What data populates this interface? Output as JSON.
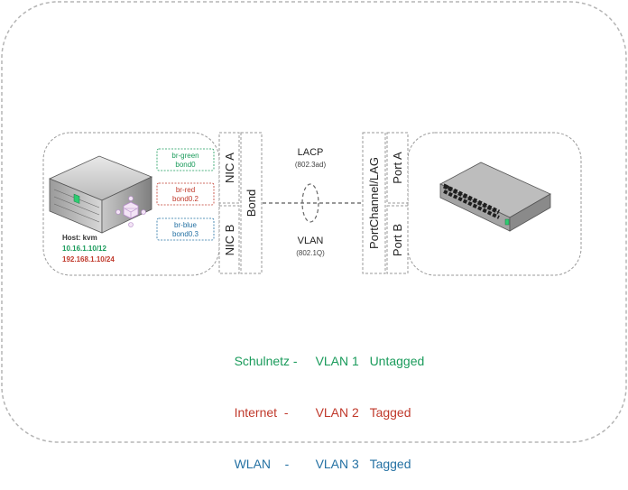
{
  "host": {
    "label": "Host: kvm",
    "ip_green": "10.16.1.10/12",
    "ip_red": "192.168.1.10/24"
  },
  "bridges": [
    {
      "name": "br-green",
      "iface": "bond0",
      "color": "#1a9b5b"
    },
    {
      "name": "br-red",
      "iface": "bond0.2",
      "color": "#c0392b"
    },
    {
      "name": "br-blue",
      "iface": "bond0.3",
      "color": "#2471a3"
    }
  ],
  "nics": {
    "a": "NIC A",
    "b": "NIC B",
    "bond": "Bond"
  },
  "link": {
    "lacp": "LACP",
    "lacp_std": "(802.3ad)",
    "vlan": "VLAN",
    "vlan_std": "(802.1Q)"
  },
  "switch": {
    "portchannel": "PortChannel/LAG",
    "port_a": "Port A",
    "port_b": "Port B"
  },
  "legend": [
    {
      "net": "Schulnetz -",
      "vlan": "VLAN 1",
      "mode": "Untagged",
      "color": "#1a9b5b"
    },
    {
      "net": "Internet  -",
      "vlan": "VLAN 2",
      "mode": "Tagged",
      "color": "#c0392b"
    },
    {
      "net": "WLAN    -",
      "vlan": "VLAN 3",
      "mode": "Tagged",
      "color": "#2471a3"
    }
  ]
}
